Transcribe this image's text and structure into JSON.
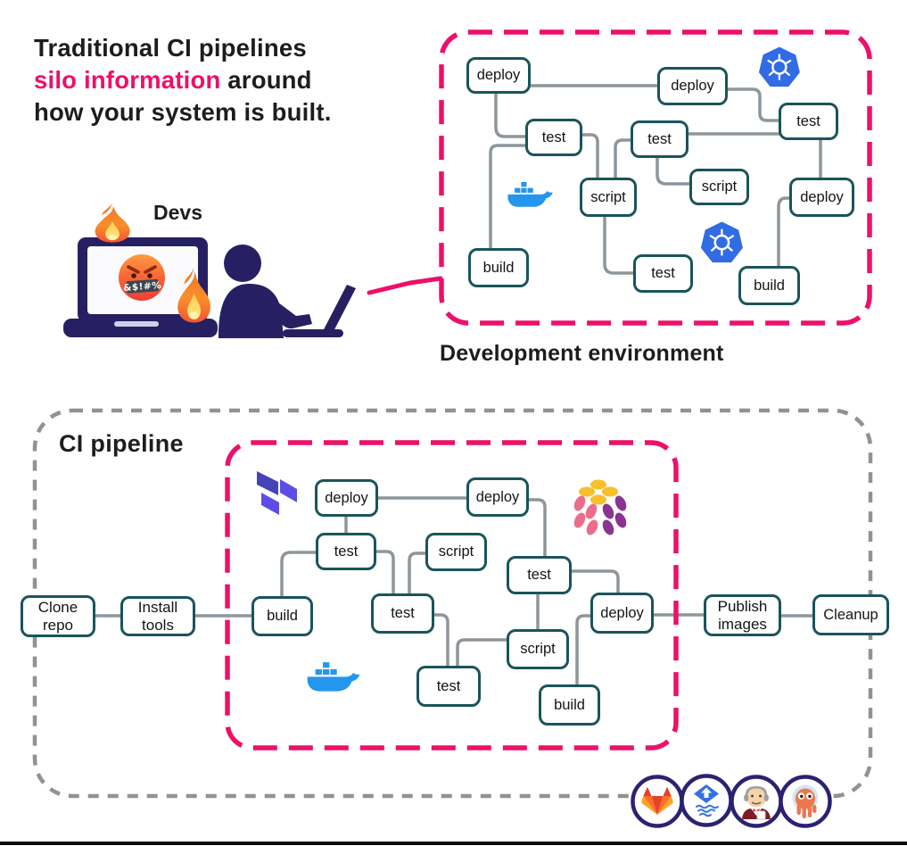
{
  "title": {
    "line1": "Traditional CI pipelines",
    "line2_highlight": "silo information",
    "line2_rest": " around",
    "line3": "how your system is built."
  },
  "labels": {
    "devs": "Devs",
    "development_environment": "Development environment",
    "ci_pipeline": "CI pipeline"
  },
  "devs_illustration": {
    "censor_text": "&$!#%",
    "elements": [
      "burning-laptop",
      "cursing-emoji",
      "fire",
      "person-typing"
    ]
  },
  "dev_environment": {
    "label": "Development environment",
    "nodes": [
      {
        "label": "deploy"
      },
      {
        "label": "deploy"
      },
      {
        "label": "test"
      },
      {
        "label": "test"
      },
      {
        "label": "test"
      },
      {
        "label": "script"
      },
      {
        "label": "script"
      },
      {
        "label": "deploy"
      },
      {
        "label": "build"
      },
      {
        "label": "test"
      },
      {
        "label": "build"
      }
    ],
    "icons": [
      "kubernetes",
      "docker",
      "kubernetes"
    ]
  },
  "ci_pipeline": {
    "label": "CI pipeline",
    "outer_nodes": [
      {
        "line1": "Clone",
        "line2": "repo"
      },
      {
        "line1": "Install",
        "line2": "tools"
      },
      {
        "line1": "Publish",
        "line2": "images"
      },
      {
        "label": "Cleanup"
      }
    ],
    "inner_nodes": [
      {
        "label": "deploy"
      },
      {
        "label": "deploy"
      },
      {
        "label": "test"
      },
      {
        "label": "script"
      },
      {
        "label": "test"
      },
      {
        "label": "build"
      },
      {
        "label": "test"
      },
      {
        "label": "deploy"
      },
      {
        "label": "script"
      },
      {
        "label": "test"
      },
      {
        "label": "build"
      }
    ],
    "icons": [
      "terraform",
      "pulumi",
      "docker"
    ],
    "footer_icons": [
      "gitlab",
      "flux",
      "jenkins",
      "argo"
    ]
  },
  "colors": {
    "accent_pink": "#EC106A",
    "node_border_teal": "#1A545B",
    "connector_gray": "#8D969B",
    "outer_dash_gray": "#8E9398",
    "navy": "#262063",
    "kubernetes_blue": "#326CE5",
    "docker_blue": "#2496ED",
    "terraform_purple": "#5C4EE5",
    "bottom_rule_black": "#0B0B0B"
  }
}
